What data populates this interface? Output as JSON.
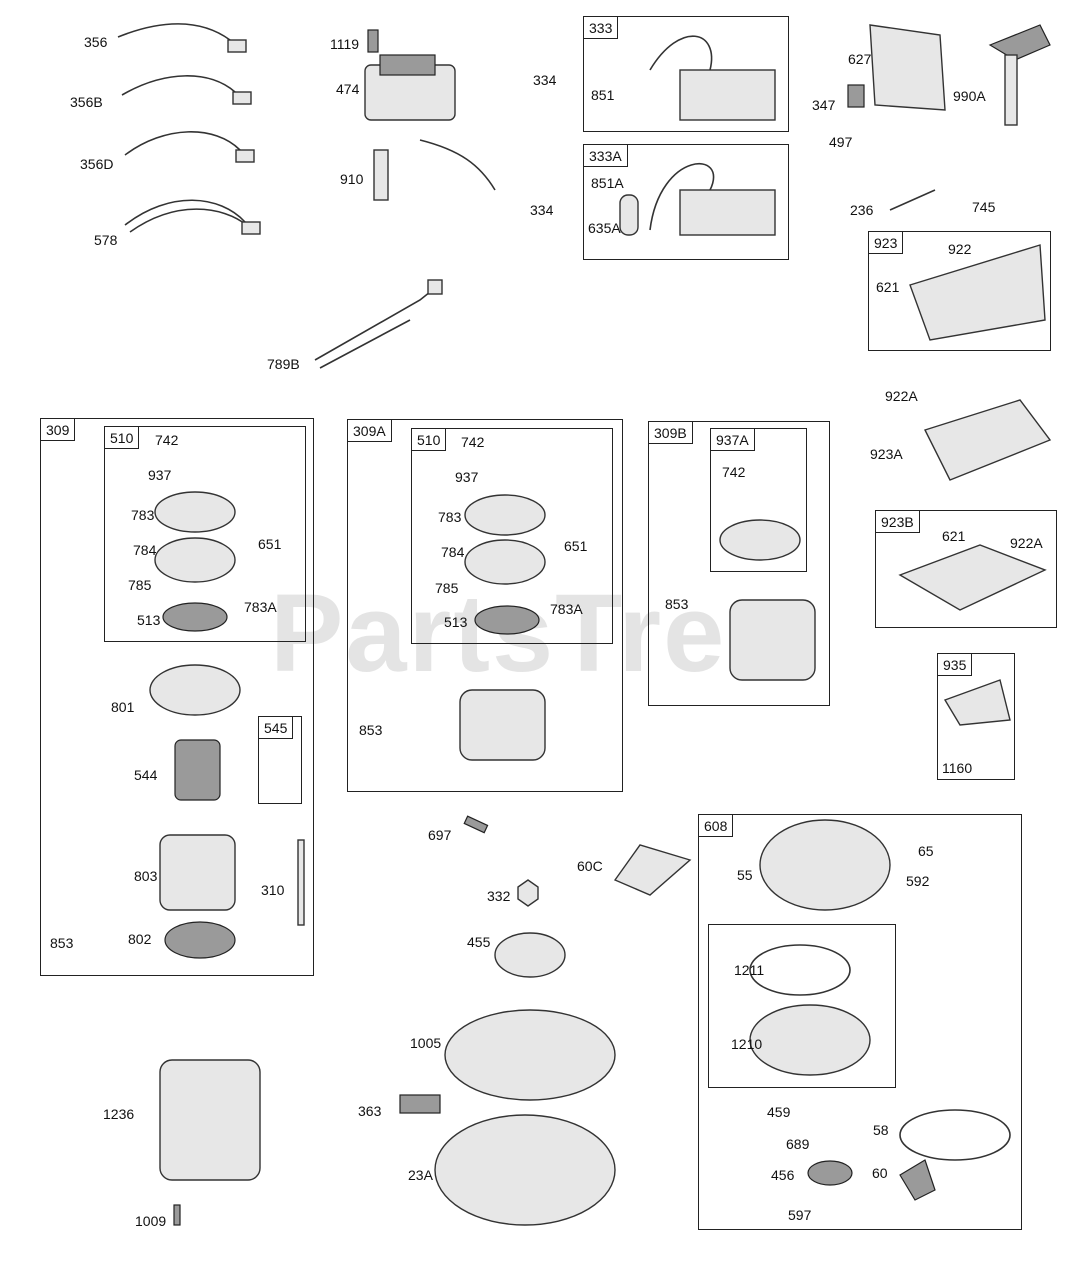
{
  "watermark": "PartsTree",
  "group_boxes": [
    {
      "id": "309",
      "label": "309"
    },
    {
      "id": "510a",
      "label": "510"
    },
    {
      "id": "545",
      "label": "545"
    },
    {
      "id": "309A",
      "label": "309A"
    },
    {
      "id": "510b",
      "label": "510"
    },
    {
      "id": "309B",
      "label": "309B"
    },
    {
      "id": "937A",
      "label": "937A"
    },
    {
      "id": "333",
      "label": "333"
    },
    {
      "id": "333A",
      "label": "333A"
    },
    {
      "id": "923",
      "label": "923"
    },
    {
      "id": "923B",
      "label": "923B"
    },
    {
      "id": "935",
      "label": "935"
    },
    {
      "id": "608",
      "label": "608"
    }
  ],
  "part_labels": {
    "p356": "356",
    "p356B": "356B",
    "p356D": "356D",
    "p578": "578",
    "p1119": "1119",
    "p474": "474",
    "p910": "910",
    "p789B": "789B",
    "p334a": "334",
    "p851": "851",
    "p334b": "334",
    "p851A": "851A",
    "p635A": "635A",
    "p627": "627",
    "p347": "347",
    "p497": "497",
    "p990A": "990A",
    "p236": "236",
    "p745": "745",
    "p922": "922",
    "p621a": "621",
    "p922A_a": "922A",
    "p923A": "923A",
    "p621b": "621",
    "p922A_b": "922A",
    "p1160": "1160",
    "p742a": "742",
    "p937a": "937",
    "p783a": "783",
    "p784a": "784",
    "p785a": "785",
    "p513a": "513",
    "p651a": "651",
    "p783Aa": "783A",
    "p801": "801",
    "p544": "544",
    "p803": "803",
    "p310": "310",
    "p853a": "853",
    "p802": "802",
    "p742b": "742",
    "p937b": "937",
    "p783b": "783",
    "p784b": "784",
    "p785b": "785",
    "p513b": "513",
    "p651b": "651",
    "p783Ab": "783A",
    "p853b": "853",
    "p742c": "742",
    "p853c": "853",
    "p697": "697",
    "p60C": "60C",
    "p332": "332",
    "p455": "455",
    "p1005": "1005",
    "p363": "363",
    "p23A": "23A",
    "p1236": "1236",
    "p1009": "1009",
    "p55": "55",
    "p65": "65",
    "p592": "592",
    "p1211": "1211",
    "p1210": "1210",
    "p459": "459",
    "p58": "58",
    "p689": "689",
    "p456": "456",
    "p60": "60",
    "p597": "597"
  }
}
